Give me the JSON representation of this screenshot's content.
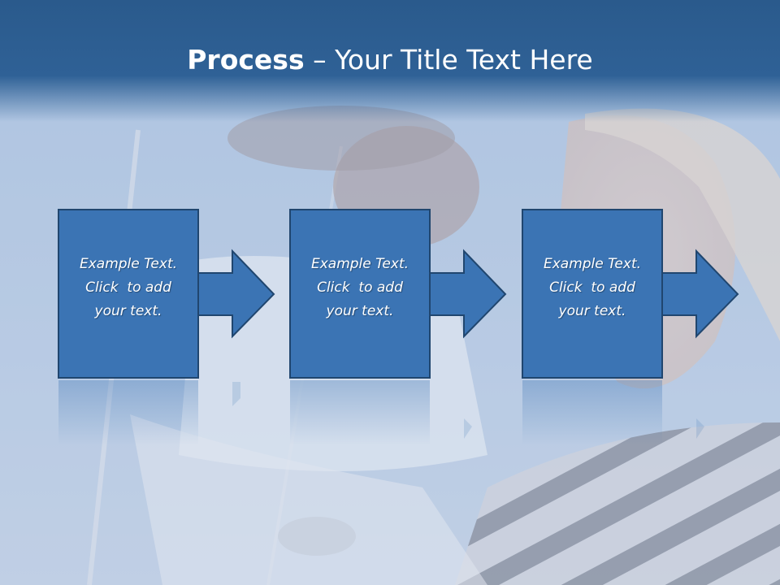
{
  "slide": {
    "title_bold": "Process",
    "title_dash": "–",
    "title_rest": "Your Title Text Here"
  },
  "steps": [
    {
      "line1": "Example Text.",
      "line2": "Click  to add",
      "line3": "your text."
    },
    {
      "line1": "Example Text.",
      "line2": "Click  to add",
      "line3": "your text."
    },
    {
      "line1": "Example Text.",
      "line2": "Click  to add",
      "line3": "your text."
    }
  ],
  "colors": {
    "header": "#2f6196",
    "box_fill": "#3b74b4",
    "box_border": "#20466f",
    "text": "#ffffff"
  },
  "icons": [
    "arrow-right-icon"
  ]
}
